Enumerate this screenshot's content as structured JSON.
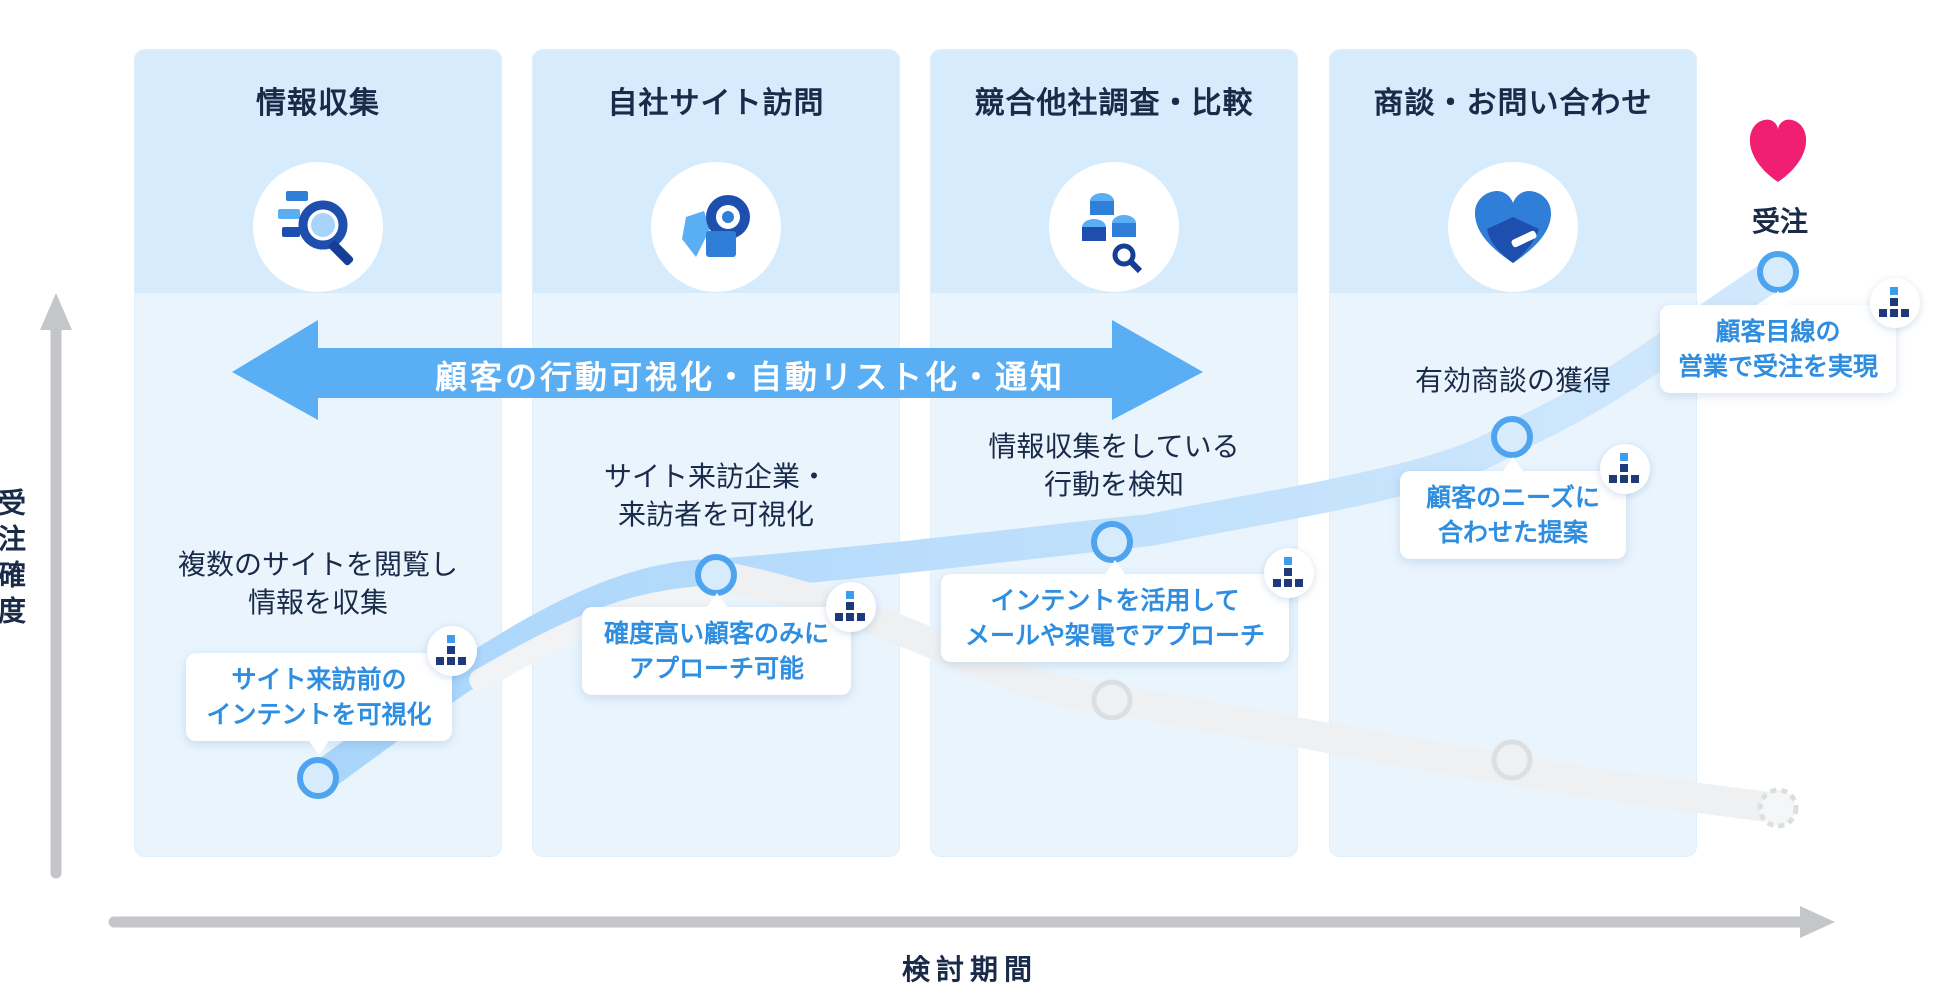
{
  "stages": [
    {
      "title": "情報収集",
      "icon": "magnifier-icon"
    },
    {
      "title": "自社サイト訪問",
      "icon": "hand-web-icon"
    },
    {
      "title": "競合他社調査・比較",
      "icon": "compare-icon"
    },
    {
      "title": "商談・お問い合わせ",
      "icon": "handshake-icon"
    }
  ],
  "banner": "顧客の行動可視化・自動リスト化・通知",
  "order": "受注",
  "axes": {
    "y": "受注確度",
    "x": "検討期間"
  },
  "labels": [
    {
      "line1": "複数のサイトを閲覧し",
      "line2": "情報を収集"
    },
    {
      "line1": "サイト来訪企業・",
      "line2": "来訪者を可視化"
    },
    {
      "line1": "情報収集をしている",
      "line2": "行動を検知"
    },
    {
      "line1": "有効商談の獲得",
      "line2": ""
    }
  ],
  "callouts": [
    {
      "line1": "サイト来訪前の",
      "line2": "インテントを可視化"
    },
    {
      "line1": "確度高い顧客のみに",
      "line2": "アプローチ可能"
    },
    {
      "line1": "インテントを活用して",
      "line2": "メールや架電でアプローチ"
    },
    {
      "line1": "顧客のニーズに",
      "line2": "合わせた提案"
    },
    {
      "line1": "顧客目線の",
      "line2": "営業で受注を実現"
    }
  ],
  "colors": {
    "accent": "#5aaef3",
    "heart": "#f01f72",
    "navy": "#1f3a7a",
    "text": "#1a2b4a"
  }
}
